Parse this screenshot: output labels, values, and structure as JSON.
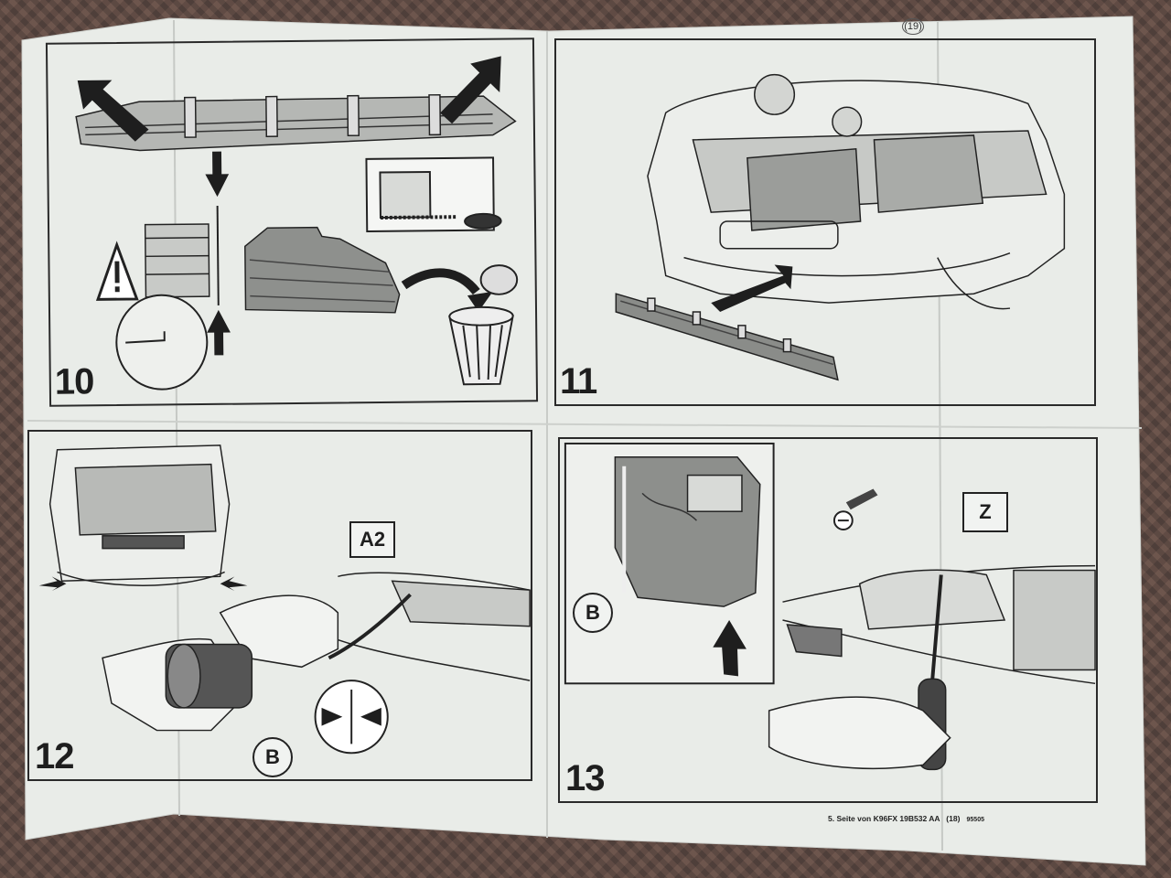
{
  "document": {
    "page_note": "(19)",
    "footer_text": "5. Seite von K96FX 19B532 AA",
    "footer_page": "(18)",
    "footer_code": "95505"
  },
  "panels": [
    {
      "step": "10"
    },
    {
      "step": "11"
    },
    {
      "step": "12",
      "callouts": {
        "connector": "A2",
        "lamp": "B"
      }
    },
    {
      "step": "13",
      "callouts": {
        "lamp": "B",
        "screw": "Z"
      }
    }
  ]
}
